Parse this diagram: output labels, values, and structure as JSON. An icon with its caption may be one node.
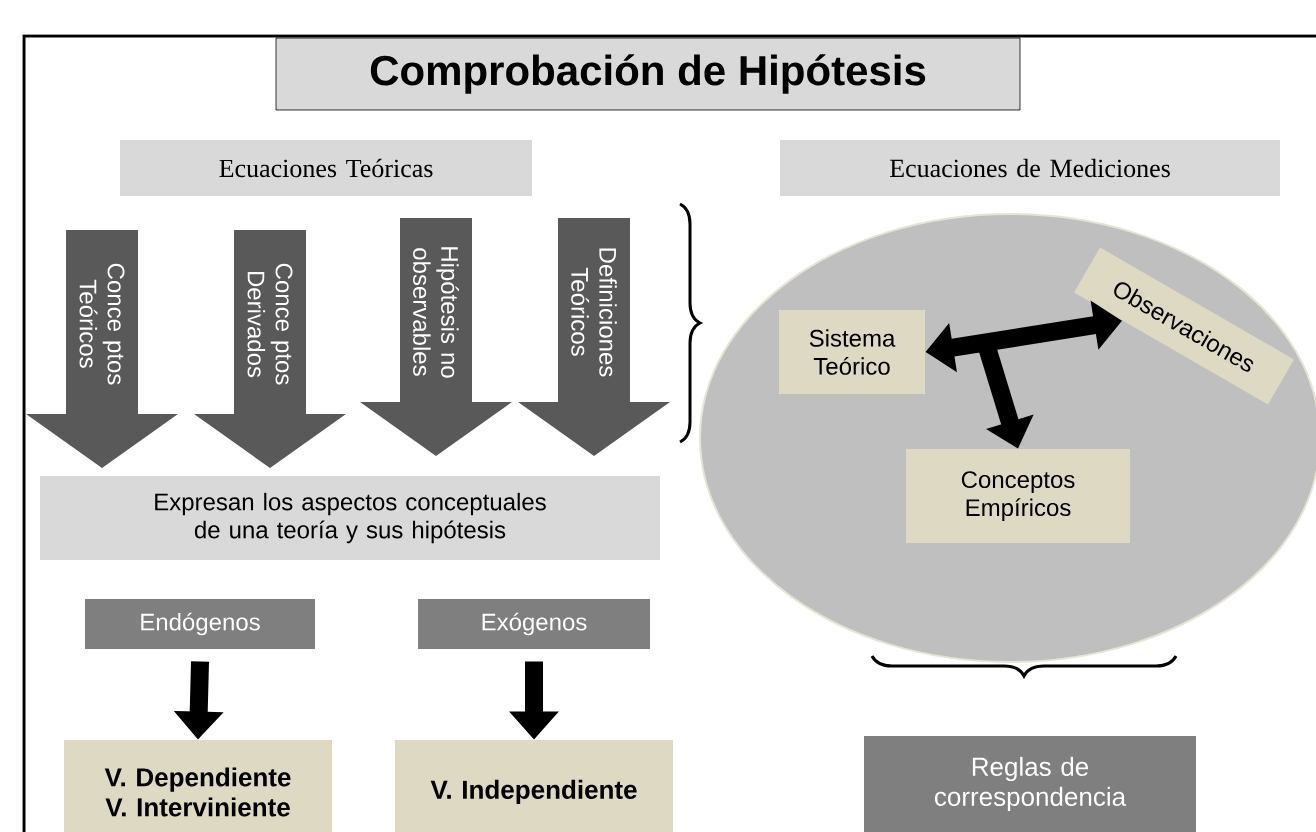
{
  "diagram": {
    "title": "Comprobación de Hipótesis",
    "nodes": [
      {
        "text": [
          "Ecuaciones Teóricas"
        ]
      },
      {
        "text": [
          "Conce ptos Teóricos"
        ]
      },
      {
        "text": [
          "Conce ptos Derivados"
        ]
      },
      {
        "text": [
          "Hipótesis no observables"
        ]
      },
      {
        "text": [
          "Definiciones Teóricos"
        ]
      },
      {
        "text": [
          "Expresan los aspectos conceptuales de una teoría y sus hipótesis"
        ]
      },
      {
        "text": [
          "Endógenos"
        ]
      },
      {
        "text": [
          "Exógenos"
        ]
      },
      {
        "text": [
          "V. Dependiente V. Interviniente"
        ]
      },
      {
        "text": [
          "V. Independiente"
        ]
      },
      {
        "text": [
          "Ecuaciones de Mediciones"
        ]
      },
      {
        "text": [],
        "shape": "ellipse"
      },
      {
        "text": [
          "Sistema Teórico"
        ],
        "in": 11
      },
      {
        "text": [
          "Observaciones"
        ],
        "in": 11
      },
      {
        "text": [
          "Conceptos Empíricos"
        ],
        "in": 11
      },
      {
        "text": [
          "Reglas de correspondencia"
        ]
      }
    ],
    "edges": [
      {
        "from": 6,
        "to": 8,
        "arrow": "to"
      },
      {
        "from": 7,
        "to": 9,
        "arrow": "to"
      },
      {
        "from": 12,
        "to": 13,
        "arrow": "both"
      },
      {
        "from": 12,
        "to": 14,
        "arrow": "both"
      }
    ]
  }
}
